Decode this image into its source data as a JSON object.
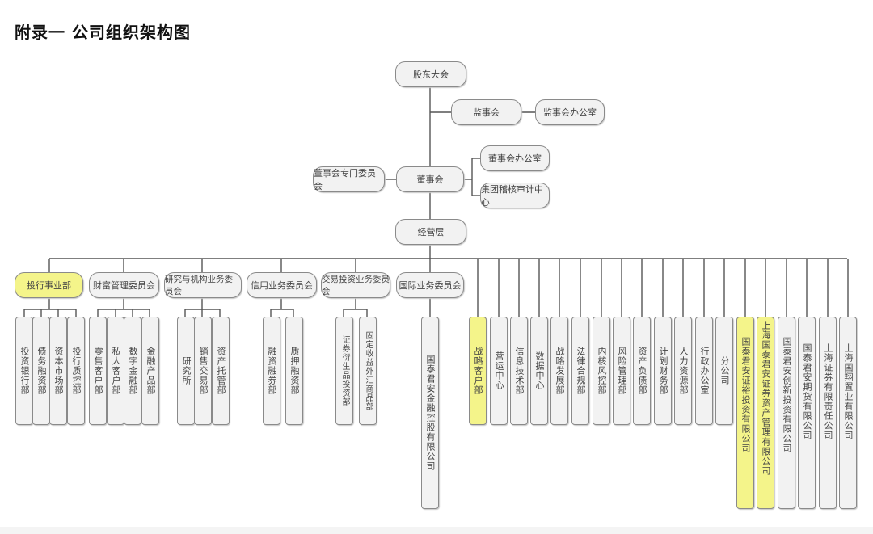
{
  "title": "附录一  公司组织架构图",
  "highlight_color": "#f4f48a",
  "top": {
    "shareholders": "股东大会",
    "supervisory_board": "监事会",
    "supervisory_office": "监事会办公室",
    "board": "董事会",
    "board_committees": "董事会专门委员会",
    "board_office": "董事会办公室",
    "audit_center": "集团稽核审计中心",
    "management": "经营层"
  },
  "committees": [
    {
      "label": "投行事业部",
      "highlight": true,
      "children": [
        "投资银行部",
        "债务融资部",
        "资本市场部",
        "投行质控部"
      ]
    },
    {
      "label": "财富管理委员会",
      "highlight": false,
      "children": [
        "零售客户部",
        "私人客户部",
        "数字金融部",
        "金融产品部"
      ]
    },
    {
      "label": "研究与机构业务委员会",
      "highlight": false,
      "children": [
        "研究所",
        "销售交易部",
        "资产托管部"
      ]
    },
    {
      "label": "信用业务委员会",
      "highlight": false,
      "children": [
        "融资融券部",
        "质押融资部"
      ]
    },
    {
      "label": "交易投资业务委员会",
      "highlight": false,
      "children": [
        "证券衍生品投资部",
        "固定收益外汇商品部"
      ]
    },
    {
      "label": "国际业务委员会",
      "highlight": false,
      "children": [
        "国泰君安金融控股有限公司"
      ]
    }
  ],
  "departments": [
    {
      "label": "战略客户部",
      "highlight": true
    },
    {
      "label": "营运中心",
      "highlight": false
    },
    {
      "label": "信息技术部",
      "highlight": false
    },
    {
      "label": "数据中心",
      "highlight": false
    },
    {
      "label": "战略发展部",
      "highlight": false
    },
    {
      "label": "法律合规部",
      "highlight": false
    },
    {
      "label": "内核风控部",
      "highlight": false
    },
    {
      "label": "风险管理部",
      "highlight": false
    },
    {
      "label": "资产负债部",
      "highlight": false
    },
    {
      "label": "计划财务部",
      "highlight": false
    },
    {
      "label": "人力资源部",
      "highlight": false
    },
    {
      "label": "行政办公室",
      "highlight": false
    },
    {
      "label": "分公司",
      "highlight": false
    }
  ],
  "subsidiaries": [
    {
      "label": "国泰君安证裕投资有限公司",
      "highlight": true
    },
    {
      "label": "上海国泰君安证券资产管理有限公司",
      "highlight": true
    },
    {
      "label": "国泰君安创新投资有限公司",
      "highlight": false
    },
    {
      "label": "国泰君安期货有限公司",
      "highlight": false
    },
    {
      "label": "上海证券有限责任公司",
      "highlight": false
    },
    {
      "label": "上海国翔置业有限公司",
      "highlight": false
    }
  ]
}
